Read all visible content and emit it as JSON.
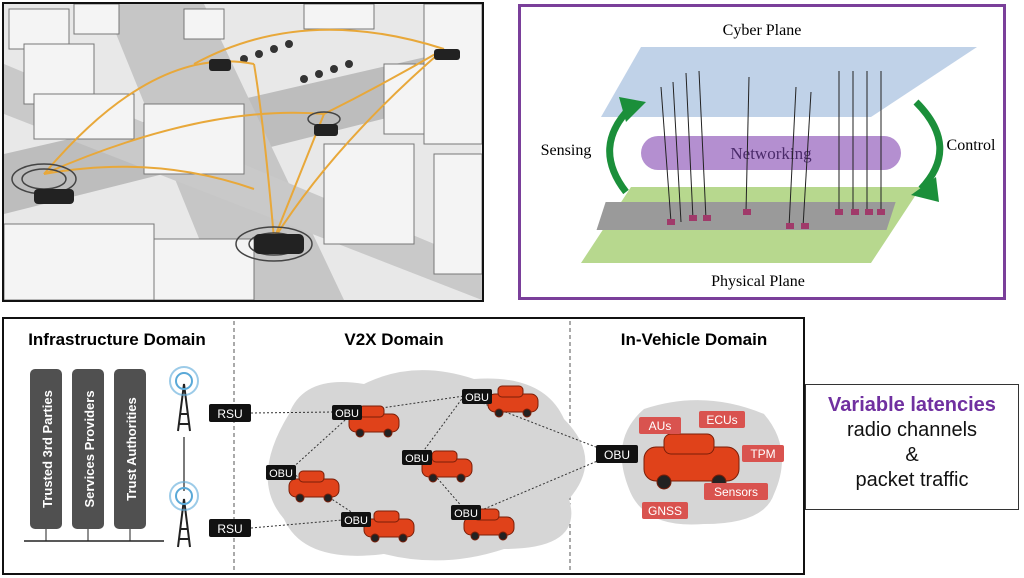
{
  "cps_diagram": {
    "top_label": "Cyber Plane",
    "middle_label": "Networking",
    "bottom_label": "Physical Plane",
    "left_label": "Sensing",
    "right_label": "Control",
    "colors": {
      "cyber_plane": "#b9cde6",
      "physical_plane": "#b7d88e",
      "networking": "#b48fd0",
      "arrows": "#1b8f3a",
      "border": "#7a3f9a"
    }
  },
  "architecture": {
    "infrastructure_domain": {
      "title": "Infrastructure Domain",
      "pillars": [
        "Trusted 3rd Parties",
        "Services Providers",
        "Trust Authorities"
      ],
      "rsu_top": "RSU",
      "rsu_bottom": "RSU"
    },
    "v2x_domain": {
      "title": "V2X Domain",
      "obu_labels": [
        "OBU",
        "OBU",
        "OBU",
        "OBU",
        "OBU",
        "OBU"
      ]
    },
    "in_vehicle_domain": {
      "title": "In-Vehicle Domain",
      "obu_label": "OBU",
      "components": [
        "AUs",
        "ECUs",
        "TPM",
        "Sensors",
        "GNSS"
      ]
    },
    "colors": {
      "car": "#e0421a",
      "component": "#d9534f",
      "cloud": "#d6d6d6"
    }
  },
  "latency_box": {
    "title": "Variable latencies",
    "line1": "radio channels",
    "line2": "&",
    "line3": "packet traffic",
    "title_color": "#7030a0"
  }
}
